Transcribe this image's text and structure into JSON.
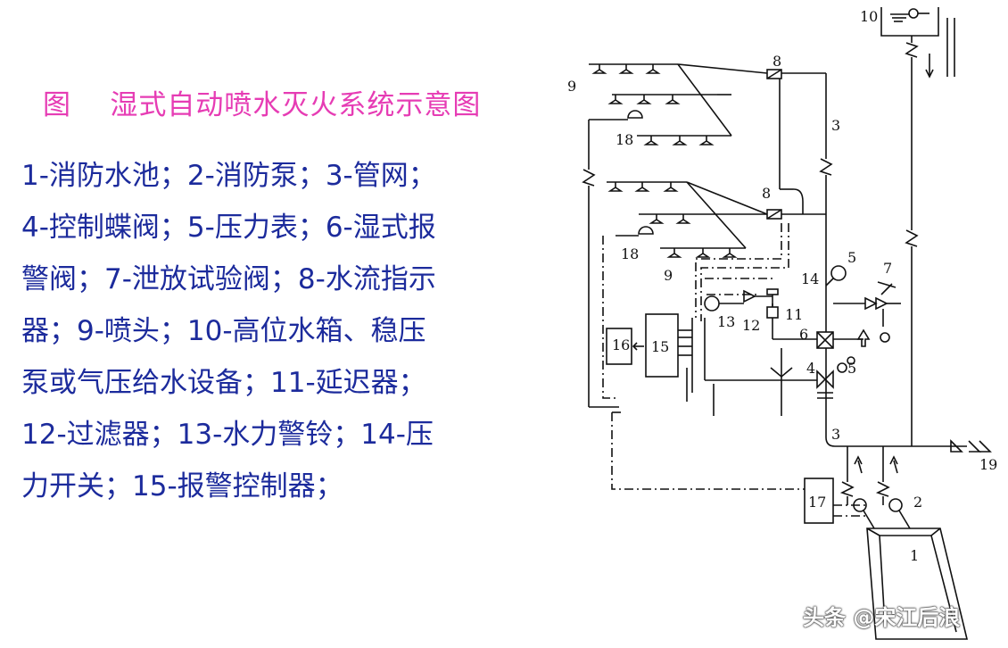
{
  "title": "图    湿式自动喷水灭火系统示意图",
  "legend": [
    "1-消防水池；2-消防泵；3-管网；",
    "4-控制蝶阀；5-压力表；6-湿式报",
    "警阀；7-泄放试验阀；8-水流指示",
    "器；9-喷头；10-高位水箱、稳压",
    "泵或气压给水设备；11-延迟器；",
    "12-过滤器；13-水力警铃；14-压",
    "力开关；15-报警控制器；"
  ],
  "diagram": {
    "labels": {
      "l1": "1",
      "l2": "2",
      "l3a": "3",
      "l3b": "3",
      "l4": "4",
      "l5a": "5",
      "l5b": "5",
      "l6": "6",
      "l7": "7",
      "l8a": "8",
      "l8b": "8",
      "l9a": "9",
      "l9b": "9",
      "l10": "10",
      "l11": "11",
      "l12": "12",
      "l13": "13",
      "l14": "14",
      "l15": "15",
      "l16": "16",
      "l17": "17",
      "l18a": "18",
      "l18b": "18",
      "l19": "19"
    }
  },
  "watermark": "头条 @宋江后浪",
  "colors": {
    "title": "#e63cb4",
    "legend": "#1c2b9c",
    "lines": "#111111"
  }
}
